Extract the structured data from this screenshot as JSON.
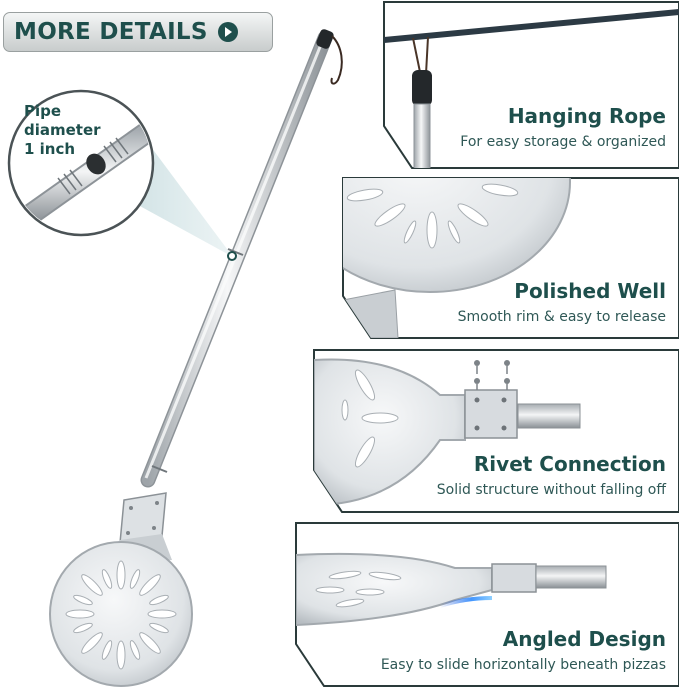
{
  "more_button": {
    "label": "MORE DETAILS",
    "icon": "play-arrow-icon"
  },
  "pipe_callout": {
    "lines": [
      "Pipe",
      "diameter",
      "1 inch"
    ]
  },
  "panels": [
    {
      "title": "Hanging Rope",
      "subtitle": "For easy storage & organized"
    },
    {
      "title": "Polished Well",
      "subtitle": "Smooth rim & easy to release"
    },
    {
      "title": "Rivet Connection",
      "subtitle": "Solid structure without falling off"
    },
    {
      "title": "Angled Design",
      "subtitle": "Easy to slide horizontally beneath pizzas"
    }
  ],
  "colors": {
    "brand_teal": "#1e4f4c",
    "steel_light": "#e7eaec",
    "steel_dark": "#8a9096"
  }
}
